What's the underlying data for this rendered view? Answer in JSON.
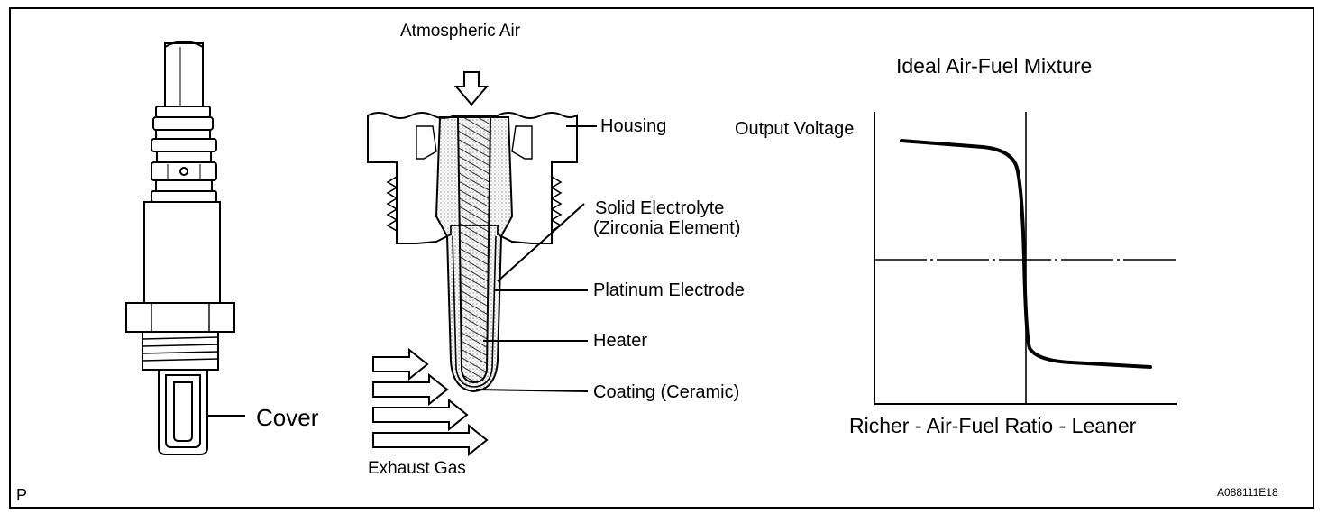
{
  "figure_code": "A088111E18",
  "corner_mark": "P",
  "sensor": {
    "cover_label": "Cover"
  },
  "cross_section": {
    "top_label": "Atmospheric Air",
    "housing_label": "Housing",
    "electrolyte_label_line1": "Solid  Electrolyte",
    "electrolyte_label_line2": "(Zirconia Element)",
    "electrode_label": "Platinum Electrode",
    "heater_label": "Heater",
    "coating_label": "Coating (Ceramic)",
    "exhaust_label": "Exhaust Gas"
  },
  "graph": {
    "title": "Ideal Air-Fuel Mixture",
    "ylabel": "Output Voltage",
    "xlabel": "Richer - Air-Fuel Ratio - Leaner"
  },
  "colors": {
    "line": "#000000",
    "background": "#ffffff",
    "stipple": "#9a9a9a"
  }
}
